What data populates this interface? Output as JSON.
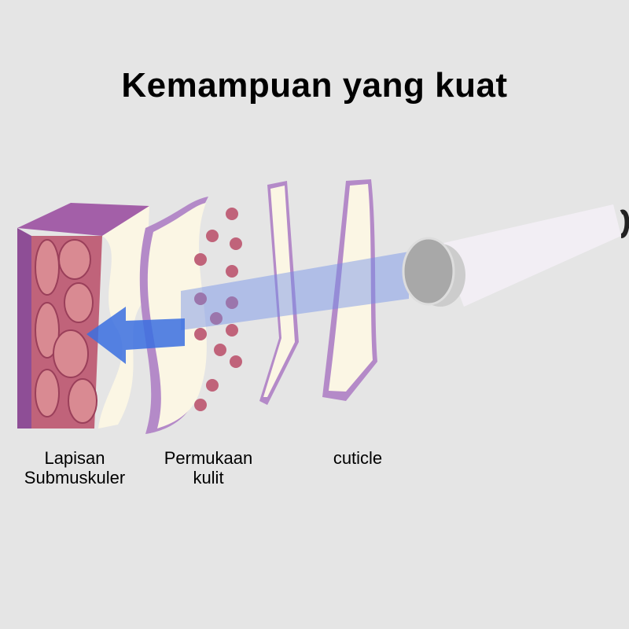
{
  "title": "Kemampuan yang kuat",
  "labels": {
    "layer1": [
      "Lapisan",
      "Submuskuler"
    ],
    "layer2": [
      "Permukaan",
      "kulit"
    ],
    "layer3": [
      "cuticle"
    ]
  },
  "colors": {
    "background": "#e5e5e5",
    "muscle": "#c8667a",
    "layer_edge": "#b48ac8",
    "cream": "#fbf6e4",
    "arrow": "#3a6fe0"
  }
}
